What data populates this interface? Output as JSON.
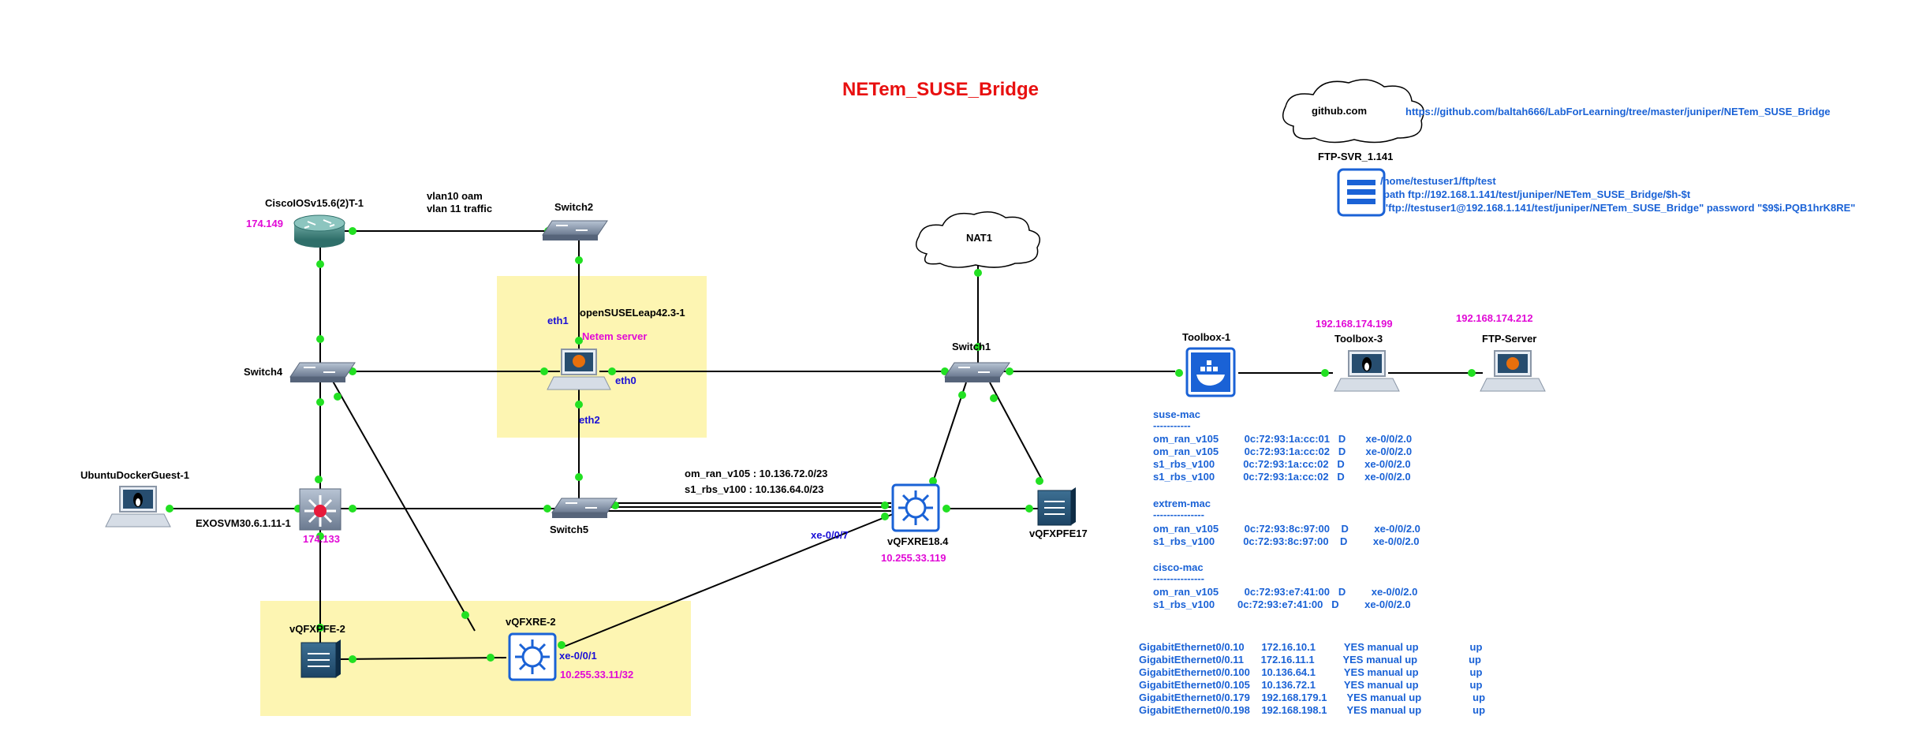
{
  "title": "NETem_SUSE_Bridge",
  "github": {
    "cloud_label": "github.com",
    "url": "https://github.com/baltah666/LabForLearning/tree/master/juniper/NETem_SUSE_Bridge"
  },
  "ftp_server_box": {
    "label": "FTP-SVR_1.141",
    "line1": "/home/testuser1/ftp/test",
    "line2": "path ftp://192.168.1.141/test/juniper/NETem_SUSE_Bridge/$h-$t",
    "line3": "\"ftp://testuser1@192.168.1.141/test/juniper/NETem_SUSE_Bridge\" password \"$9$i.PQB1hrK8RE\""
  },
  "nodes": {
    "cisco": {
      "name": "CiscoIOSv15.6(2)T-1",
      "ip": "174.149"
    },
    "switch2": {
      "name": "Switch2"
    },
    "vlan_note": {
      "line1": "vlan10 oam",
      "line2": "vlan 11 traffic"
    },
    "nat1": {
      "name": "NAT1"
    },
    "opensuse": {
      "name": "openSUSELeap42.3-1",
      "role": "Netem server",
      "eth1": "eth1",
      "eth0": "eth0",
      "eth2": "eth2"
    },
    "switch4": {
      "name": "Switch4"
    },
    "switch1": {
      "name": "Switch1"
    },
    "toolbox1": {
      "name": "Toolbox-1"
    },
    "toolbox3": {
      "name": "Toolbox-3",
      "ip": "192.168.174.199"
    },
    "ftpserver": {
      "name": "FTP-Server",
      "ip": "192.168.174.212"
    },
    "ubuntu": {
      "name": "UbuntuDockerGuest-1"
    },
    "exos": {
      "name": "EXOSVM30.6.1.11-1",
      "ip": "174.133"
    },
    "switch5": {
      "name": "Switch5"
    },
    "routes": {
      "line1": "om_ran_v105 :  10.136.72.0/23",
      "line2": "s1_rbs_v100 : 10.136.64.0/23"
    },
    "vqfxre18": {
      "name": "vQFXRE18.4",
      "ip": "10.255.33.119",
      "port": "xe-0/0/7"
    },
    "vqfxpfe17": {
      "name": "vQFXPFE17"
    },
    "vqfxpfe2": {
      "name": "vQFXPFE-2"
    },
    "vqfxre2": {
      "name": "vQFXRE-2",
      "port": "xe-0/0/1",
      "ip": "10.255.33.11/32"
    }
  },
  "mac_tables": [
    {
      "header": "suse-mac",
      "sep": "-----------",
      "rows": [
        "om_ran_v105         0c:72:93:1a:cc:01   D       xe-0/0/2.0",
        "om_ran_v105         0c:72:93:1a:cc:02   D       xe-0/0/2.0",
        "s1_rbs_v100          0c:72:93:1a:cc:02   D       xe-0/0/2.0",
        "s1_rbs_v100          0c:72:93:1a:cc:02   D       xe-0/0/2.0"
      ]
    },
    {
      "header": "extrem-mac",
      "sep": "---------------",
      "rows": [
        "om_ran_v105         0c:72:93:8c:97:00    D         xe-0/0/2.0",
        "s1_rbs_v100          0c:72:93:8c:97:00    D         xe-0/0/2.0"
      ]
    },
    {
      "header": "cisco-mac",
      "sep": "---------------",
      "rows": [
        "om_ran_v105         0c:72:93:e7:41:00   D         xe-0/0/2.0",
        "s1_rbs_v100        0c:72:93:e7:41:00   D         xe-0/0/2.0"
      ]
    }
  ],
  "interfaces": [
    "GigabitEthernet0/0.10      172.16.10.1          YES manual up                  up",
    "GigabitEthernet0/0.11      172.16.11.1          YES manual up                  up",
    "GigabitEthernet0/0.100    10.136.64.1          YES manual up                  up",
    "GigabitEthernet0/0.105    10.136.72.1          YES manual up                  up",
    "GigabitEthernet0/0.179    192.168.179.1       YES manual up                  up",
    "GigabitEthernet0/0.198    192.168.198.1       YES manual up                  up"
  ],
  "colors": {
    "title": "#e81010",
    "link_dot": "#22e022",
    "highlight": "#fdf5b2",
    "blue_text": "#1a62d6",
    "pink_text": "#e10ad6"
  }
}
